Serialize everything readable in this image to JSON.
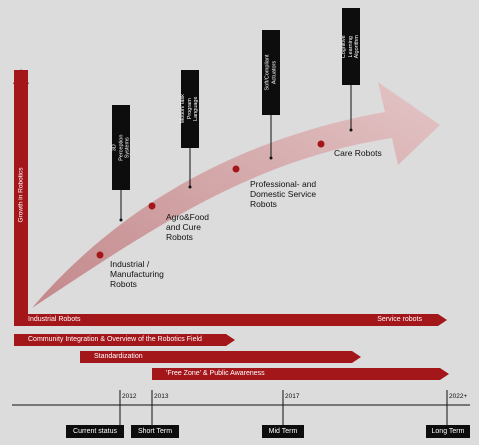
{
  "growth_label": "Growth in Robotics",
  "robot_markets": [
    {
      "label": "Industrial /\nManufacturing\nRobots"
    },
    {
      "label": "Agro&Food\nand Cure\nRobots"
    },
    {
      "label": "Professional- and\nDomestic Service\nRobots"
    },
    {
      "label": "Care Robots"
    }
  ],
  "technologies": [
    {
      "label": "3D Perception\nSystems"
    },
    {
      "label": "Motion/Task\nProgram Language"
    },
    {
      "label": "Soft/Compliant\nActuators"
    },
    {
      "label": "Cognitive Learning\nAlgorithm"
    }
  ],
  "bars": {
    "industrial": {
      "left_label": "Industrial Robots",
      "right_label": "Service robots"
    },
    "community": "Community Integration & Overview of the Robotics Field",
    "standardization": "Standardization",
    "free_zone": "'Free Zone' & Public Awareness"
  },
  "timeline": {
    "years": [
      "2012",
      "2013",
      "2017",
      "2022+"
    ],
    "terms": [
      "Current status",
      "Short Term",
      "Mid Term",
      "Long Term"
    ]
  },
  "colors": {
    "accent": "#a3171b",
    "arrow": "#c48f8f",
    "background": "#dcdcdc"
  }
}
